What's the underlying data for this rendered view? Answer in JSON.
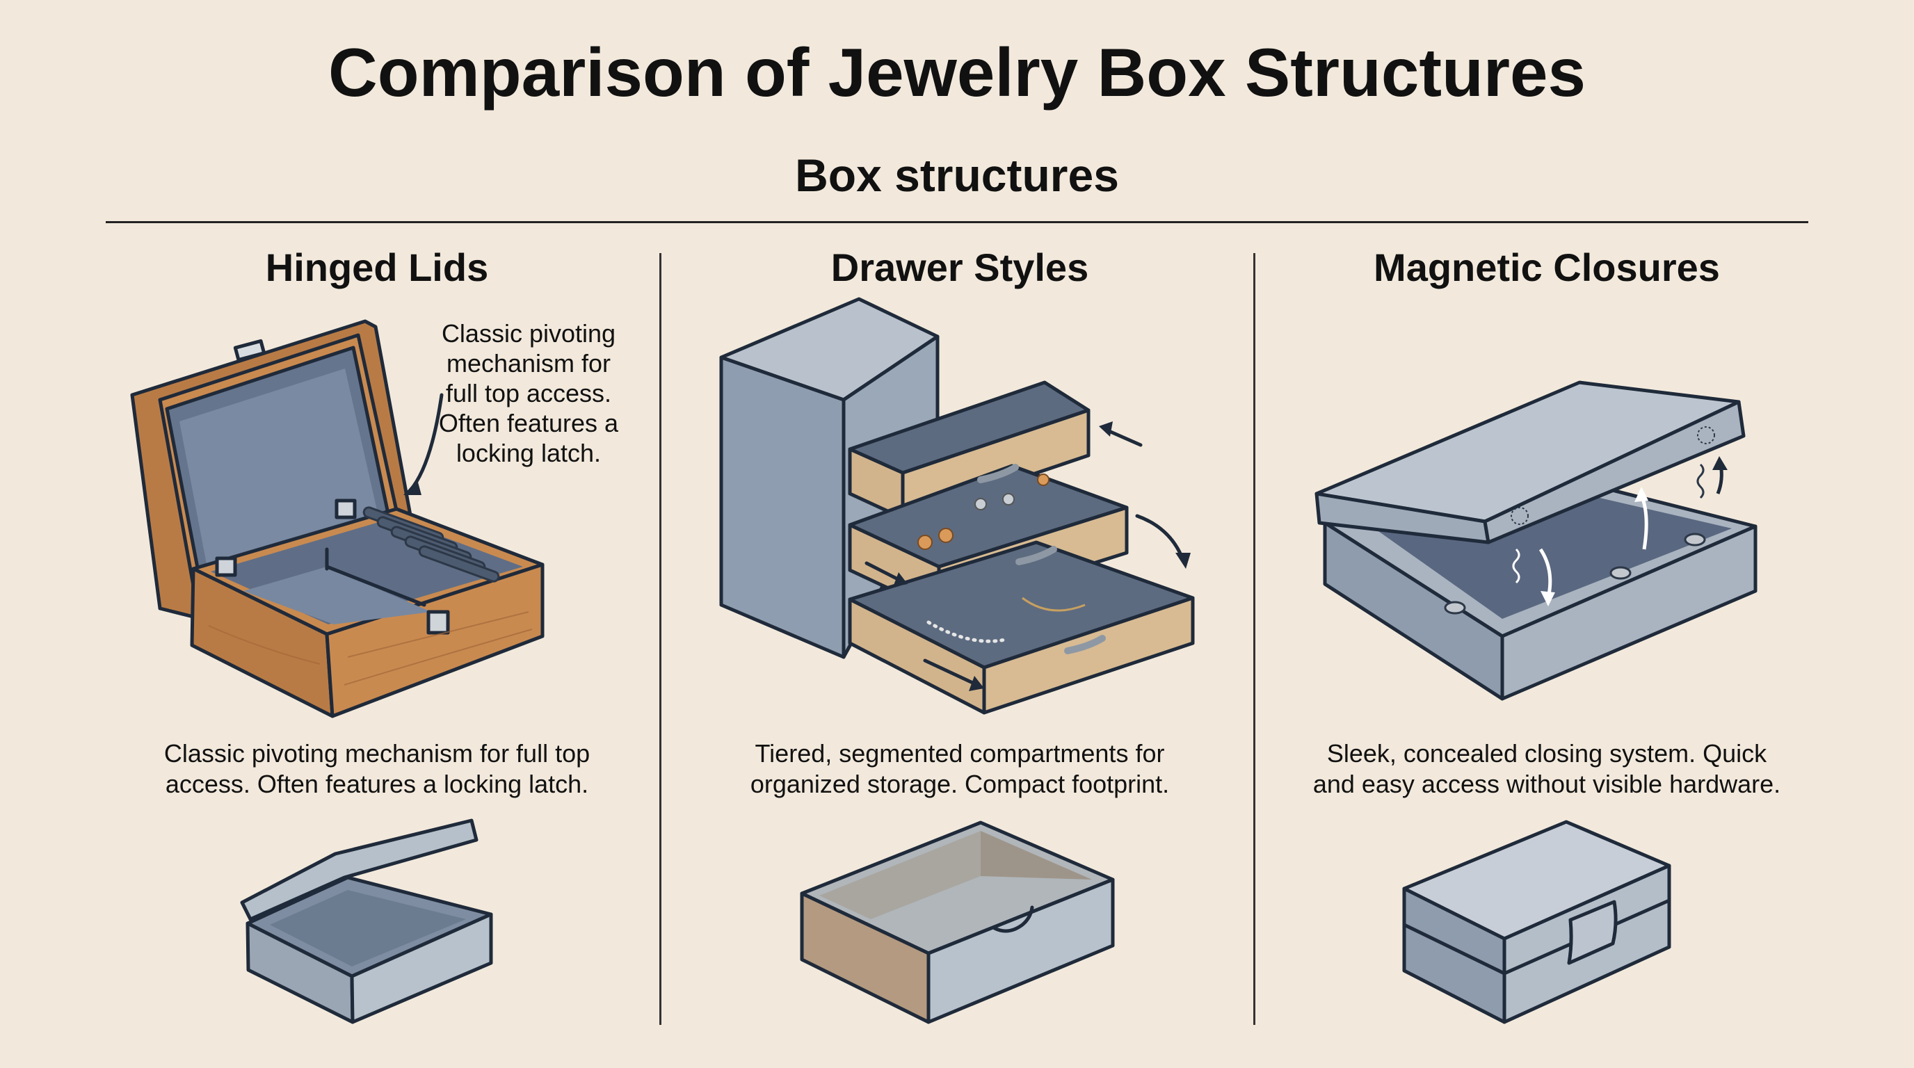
{
  "header": {
    "title": "Comparison of Jewelry Box Structures",
    "subtitle": "Box structures"
  },
  "columns": [
    {
      "id": "hinged",
      "title": "Hinged Lids",
      "callout": [
        "Classic pivoting",
        "mechanism for",
        "full top access.",
        "Often features a",
        "locking latch."
      ],
      "description": [
        "Classic pivoting mechanism for full top",
        "access. Often features a locking latch."
      ]
    },
    {
      "id": "drawer",
      "title": "Drawer Styles",
      "description": [
        "Tiered, segmented compartments for",
        "organized storage. Compact footprint."
      ]
    },
    {
      "id": "magnetic",
      "title": "Magnetic Closures",
      "description": [
        "Sleek, concealed closing system. Quick",
        "and easy access without visible hardware."
      ]
    }
  ],
  "colors": {
    "background": "#f2e9dc",
    "outline": "#1f2a3a",
    "wood": "#c98a50",
    "velvet": "#6a7a92",
    "steel": "#b8c2cc",
    "tan": "#d8b88e"
  }
}
